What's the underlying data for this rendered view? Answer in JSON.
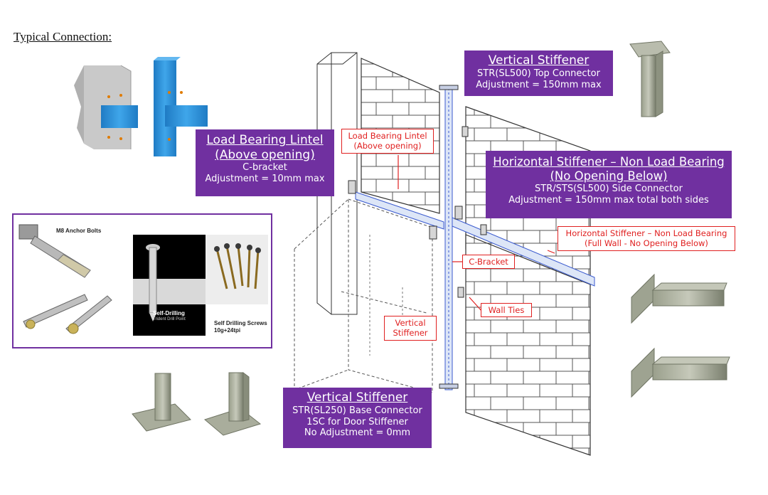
{
  "heading": "Typical Connection:",
  "colors": {
    "callout_purple": "#7030a0",
    "label_red": "#e02020",
    "steel_gray": "#8a8f7e",
    "bracket_blue": "#2b8fd6"
  },
  "callouts": {
    "top": {
      "title": "Vertical Stiffener",
      "line1": "STR(SL500) Top Connector",
      "line2": "Adjustment = 150mm max"
    },
    "lintel": {
      "title1": "Load Bearing Lintel",
      "title2": "(Above opening)",
      "line1": "C-bracket",
      "line2": "Adjustment = 10mm max"
    },
    "horizontal": {
      "title1": "Horizontal Stiffener – Non Load Bearing",
      "title2": "(No Opening Below)",
      "line1": "STR/STS(SL500) Side Connector",
      "line2": "Adjustment = 150mm max total both sides"
    },
    "base": {
      "title": "Vertical Stiffener",
      "line1": "STR(SL250) Base Connector",
      "line2": "1SC for Door Stiffener",
      "line3": "No Adjustment = 0mm"
    }
  },
  "labels": {
    "lintel": {
      "line1": "Load Bearing Lintel",
      "line2": "(Above opening)"
    },
    "horizontal_full": {
      "line1": "Horizontal Stiffener – Non Load Bearing",
      "line2": "(Full Wall - No Opening Below)"
    },
    "c_bracket": "C-Bracket",
    "wall_ties": "Wall Ties",
    "vertical": {
      "line1": "Vertical",
      "line2": "Stiffener"
    }
  },
  "hardware": {
    "anchor_bolts": "M8 Anchor Bolts",
    "self_drilling": "Self-Drilling",
    "drill_point": "Trident Drill Point",
    "screws_line1": "Self Drilling Screws",
    "screws_line2": "10g+24tpi"
  }
}
